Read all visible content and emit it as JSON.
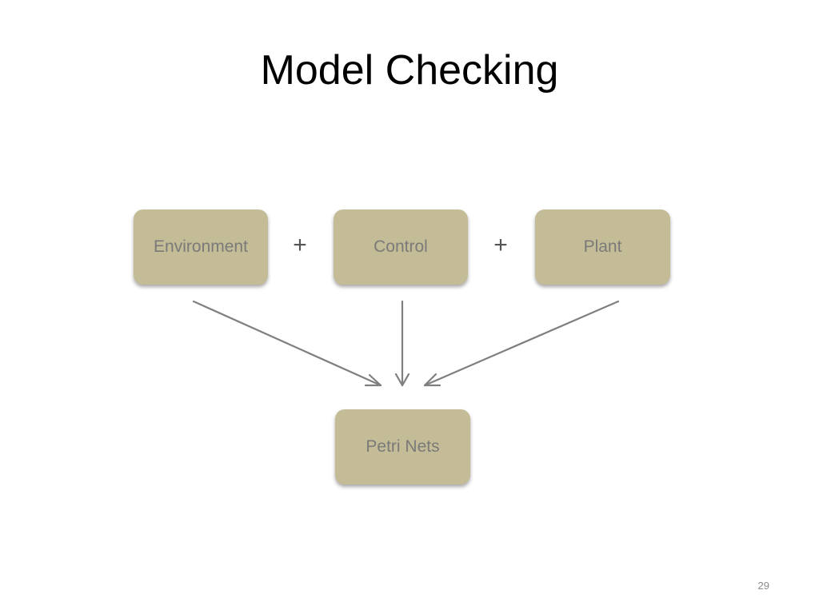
{
  "slide": {
    "title": "Model Checking",
    "page_number": "29"
  },
  "diagram": {
    "inputs": [
      {
        "label": "Environment"
      },
      {
        "label": "Control"
      },
      {
        "label": "Plant"
      }
    ],
    "operators": [
      "+",
      "+"
    ],
    "output": {
      "label": "Petri Nets"
    }
  },
  "colors": {
    "box_fill": "#c4bc96",
    "box_text": "#7a7a7a",
    "arrow": "#7f7f7f",
    "title": "#000000"
  }
}
